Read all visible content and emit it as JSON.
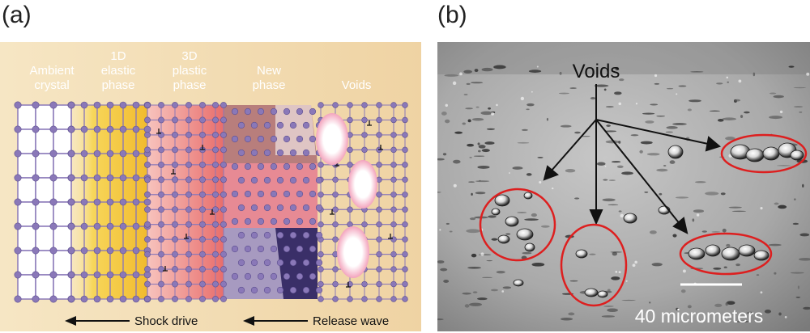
{
  "panel_a": {
    "label": "(a)",
    "region_labels": [
      {
        "line1": "Ambient",
        "line2": "crystal",
        "line3": ""
      },
      {
        "line1": "1D",
        "line2": "elastic",
        "line3": "phase"
      },
      {
        "line1": "3D",
        "line2": "plastic",
        "line3": "phase"
      },
      {
        "line1": "New",
        "line2": "phase",
        "line3": ""
      },
      {
        "line1": "Voids",
        "line2": "",
        "line3": ""
      }
    ],
    "shock_drive": "Shock drive",
    "release_wave": "Release wave",
    "colors": {
      "background": "#f3ddb4",
      "atom": "#8a78b8",
      "elastic": "#f2c233",
      "plastic": "#ef8a86",
      "void": "#ffffff"
    }
  },
  "panel_b": {
    "label": "(b)",
    "voids_label": "Voids",
    "scale_label": "40 micrometers",
    "colors": {
      "highlight": "#dd1f1f",
      "arrow": "#111111"
    }
  }
}
